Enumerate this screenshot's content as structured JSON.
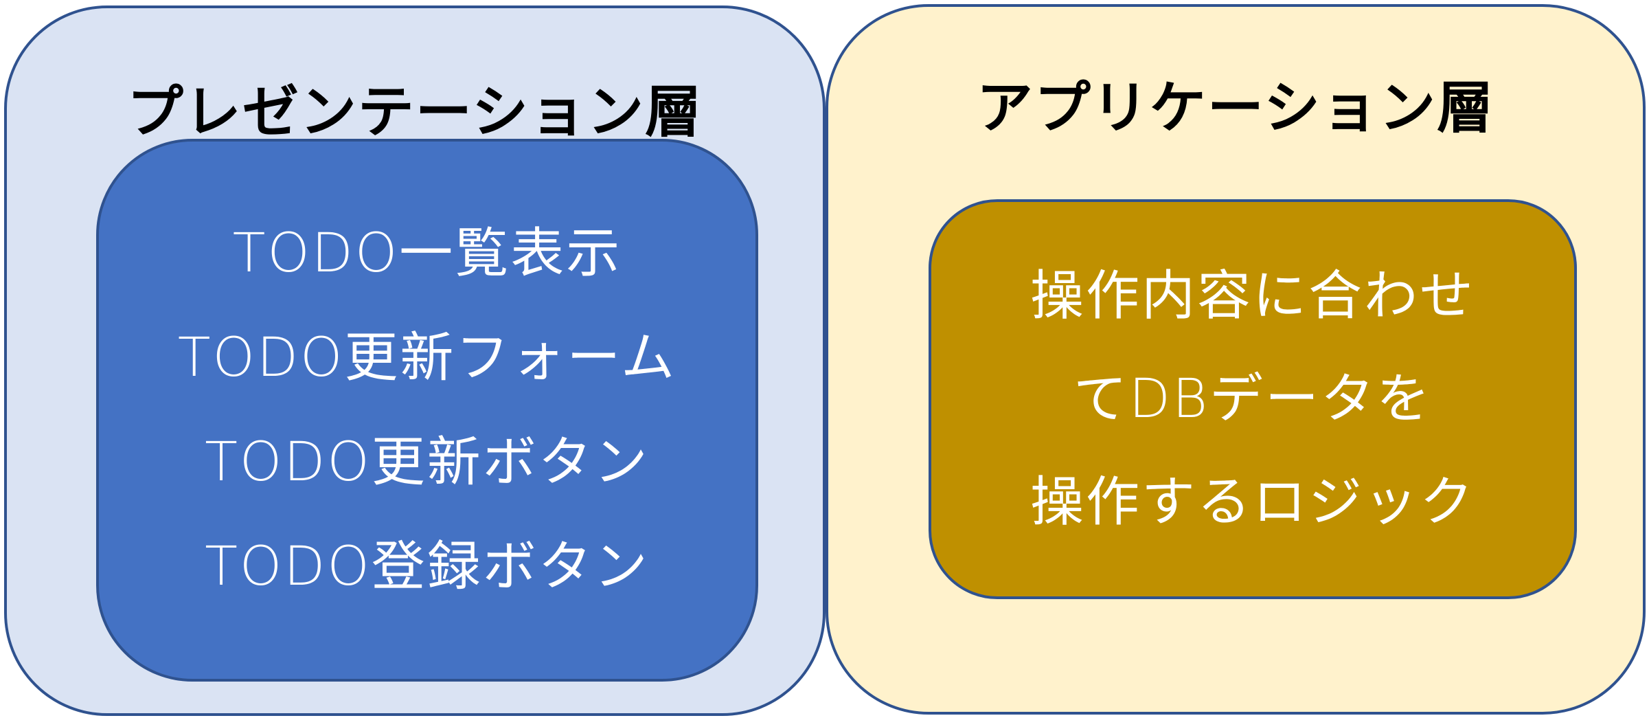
{
  "layers": {
    "presentation": {
      "title": "プレゼンテーション層",
      "items": [
        "TODO一覧表示",
        "TODO更新フォーム",
        "TODO更新ボタン",
        "TODO登録ボタン"
      ]
    },
    "application": {
      "title": "アプリケーション層",
      "lines": [
        "操作内容に合わせ",
        "てDBデータを",
        "操作するロジック"
      ]
    }
  },
  "colors": {
    "presentation_layer_bg": "#dae3f3",
    "presentation_box_bg": "#4472c4",
    "application_layer_bg": "#fff2cc",
    "application_box_bg": "#bf9000",
    "border": "#2f528f"
  }
}
